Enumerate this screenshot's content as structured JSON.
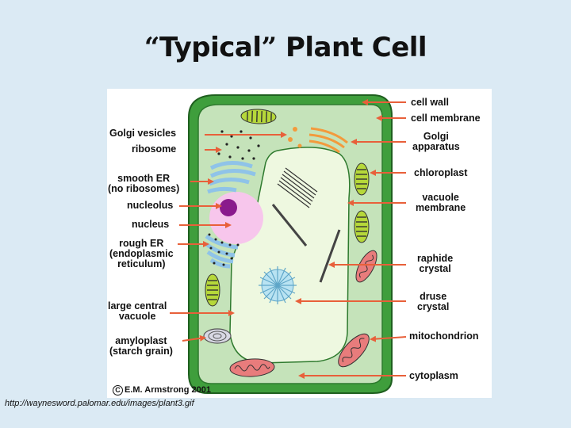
{
  "title": {
    "open_quote": "“",
    "word": "Typical",
    "close_quote": "”",
    "rest": " Plant Cell"
  },
  "labels_left": [
    {
      "id": "golgi-vesicles",
      "lines": [
        "Golgi vesicles"
      ]
    },
    {
      "id": "ribosome",
      "lines": [
        "ribosome"
      ]
    },
    {
      "id": "smooth-er",
      "lines": [
        "smooth ER",
        "(no ribosomes)"
      ]
    },
    {
      "id": "nucleolus",
      "lines": [
        "nucleolus"
      ]
    },
    {
      "id": "nucleus",
      "lines": [
        "nucleus"
      ]
    },
    {
      "id": "rough-er",
      "lines": [
        "rough ER",
        "(endoplasmic",
        "reticulum)"
      ]
    },
    {
      "id": "large-central-vacuole",
      "lines": [
        "large central",
        "vacuole"
      ]
    },
    {
      "id": "amyloplast",
      "lines": [
        "amyloplast",
        "(starch grain)"
      ]
    }
  ],
  "labels_right": [
    {
      "id": "cell-wall",
      "lines": [
        "cell wall"
      ]
    },
    {
      "id": "cell-membrane",
      "lines": [
        "cell membrane"
      ]
    },
    {
      "id": "golgi-apparatus",
      "lines": [
        "Golgi",
        "apparatus"
      ]
    },
    {
      "id": "chloroplast",
      "lines": [
        "chloroplast"
      ]
    },
    {
      "id": "vacuole-membrane",
      "lines": [
        "vacuole",
        "membrane"
      ]
    },
    {
      "id": "raphide-crystal",
      "lines": [
        "raphide",
        "crystal"
      ]
    },
    {
      "id": "druse-crystal",
      "lines": [
        "druse",
        "crystal"
      ]
    },
    {
      "id": "mitochondrion",
      "lines": [
        "mitochondrion"
      ]
    },
    {
      "id": "cytoplasm",
      "lines": [
        "cytoplasm"
      ]
    }
  ],
  "copyright": {
    "symbol": "C",
    "text": "E.M. Armstrong 2001"
  },
  "source_url": "http://waynesword.palomar.edu/images/plant3.gif",
  "colors": {
    "background": "#dbeaf4",
    "cell_wall": "#3f9e3c",
    "cytoplasm": "#c5e3ba",
    "vacuole": "#eef8e0",
    "nucleus": "#f7c6ec",
    "nucleolus": "#8a1a8c",
    "er": "#8fc3e8",
    "golgi": "#f39a3c",
    "chloroplast": "#b6d83a",
    "mitochondrion": "#e87c7c",
    "arrow": "#e8603a"
  }
}
